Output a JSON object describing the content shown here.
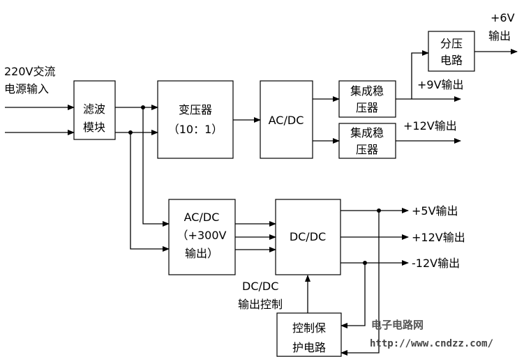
{
  "input": {
    "line1": "220V交流",
    "line2": "电源输入"
  },
  "blocks": {
    "filter": {
      "line1": "滤波",
      "line2": "模块"
    },
    "transformer": {
      "line1": "变压器",
      "line2": "（10：1）"
    },
    "acdc_top": {
      "line1": "AC/DC"
    },
    "reg1": {
      "line1": "集成稳",
      "line2": "压器"
    },
    "reg2": {
      "line1": "集成稳",
      "line2": "压器"
    },
    "divider": {
      "line1": "分压",
      "line2": "电路"
    },
    "acdc_bottom": {
      "line1": "AC/DC",
      "line2": "（+300V",
      "line3": "输出）"
    },
    "dcdc": {
      "line1": "DC/DC"
    },
    "protect": {
      "line1": "控制保",
      "line2": "护电路"
    }
  },
  "outputs": {
    "plus6": {
      "line1": "+6V",
      "line2": "输出"
    },
    "plus9": "+9V输出",
    "plus12_top": "+12V输出",
    "plus5": "+5V输出",
    "plus12_bottom": "+12V输出",
    "minus12": "-12V输出"
  },
  "dcdc_control": {
    "line1": "DC/DC",
    "line2": "输出控制"
  },
  "watermark": {
    "name": "电子电路网",
    "url": "http://www.cndzz.com/"
  },
  "colors": {
    "line": "#000000",
    "background": "#ffffff",
    "watermark": "#555555"
  }
}
